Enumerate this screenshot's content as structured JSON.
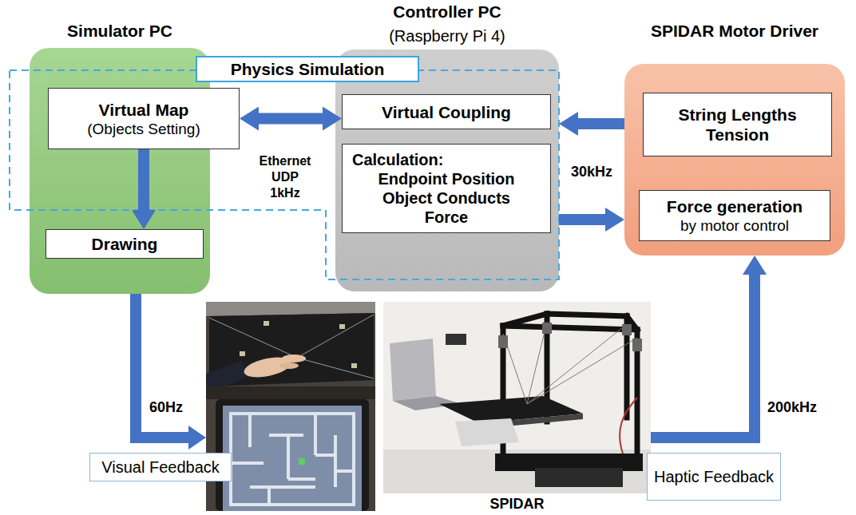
{
  "diagram": {
    "nodes": [
      {
        "text": [
          "Simulator PC"
        ]
      },
      {
        "text": [
          "Virtual Map",
          "(Objects Setting)"
        ],
        "in": 0
      },
      {
        "text": [
          "Drawing"
        ],
        "in": 0
      },
      {
        "text": [
          "Controller PC",
          "(Raspberry Pi 4)"
        ]
      },
      {
        "text": [
          "Virtual Coupling"
        ],
        "in": 3
      },
      {
        "text": [
          "Calculation:",
          "Endpoint Position Object Conducts Force"
        ],
        "in": 3
      },
      {
        "text": [
          "SPIDAR Motor Driver"
        ]
      },
      {
        "text": [
          "String Lengths Tension"
        ],
        "in": 6
      },
      {
        "text": [
          "Force generation",
          "by motor control"
        ],
        "in": 6
      },
      {
        "text": [
          "Physics Simulation"
        ]
      },
      {
        "text": [
          "Visual Feedback"
        ]
      },
      {
        "text": [
          "SPIDAR"
        ]
      },
      {
        "text": [
          "Haptic Feedback"
        ]
      }
    ],
    "edges": [
      {
        "from": 1,
        "to": 4,
        "label": "Ethernet UDP 1kHz",
        "arrow": "both"
      },
      {
        "from": 1,
        "to": 2,
        "arrow": "to"
      },
      {
        "from": 6,
        "to": 3,
        "arrow": "to"
      },
      {
        "from": 3,
        "to": 6,
        "arrow": "to"
      },
      {
        "from": 11,
        "to": 6,
        "label": "200kHz",
        "arrow": "to"
      }
    ],
    "labels": [
      "30kHz",
      "60Hz"
    ]
  }
}
